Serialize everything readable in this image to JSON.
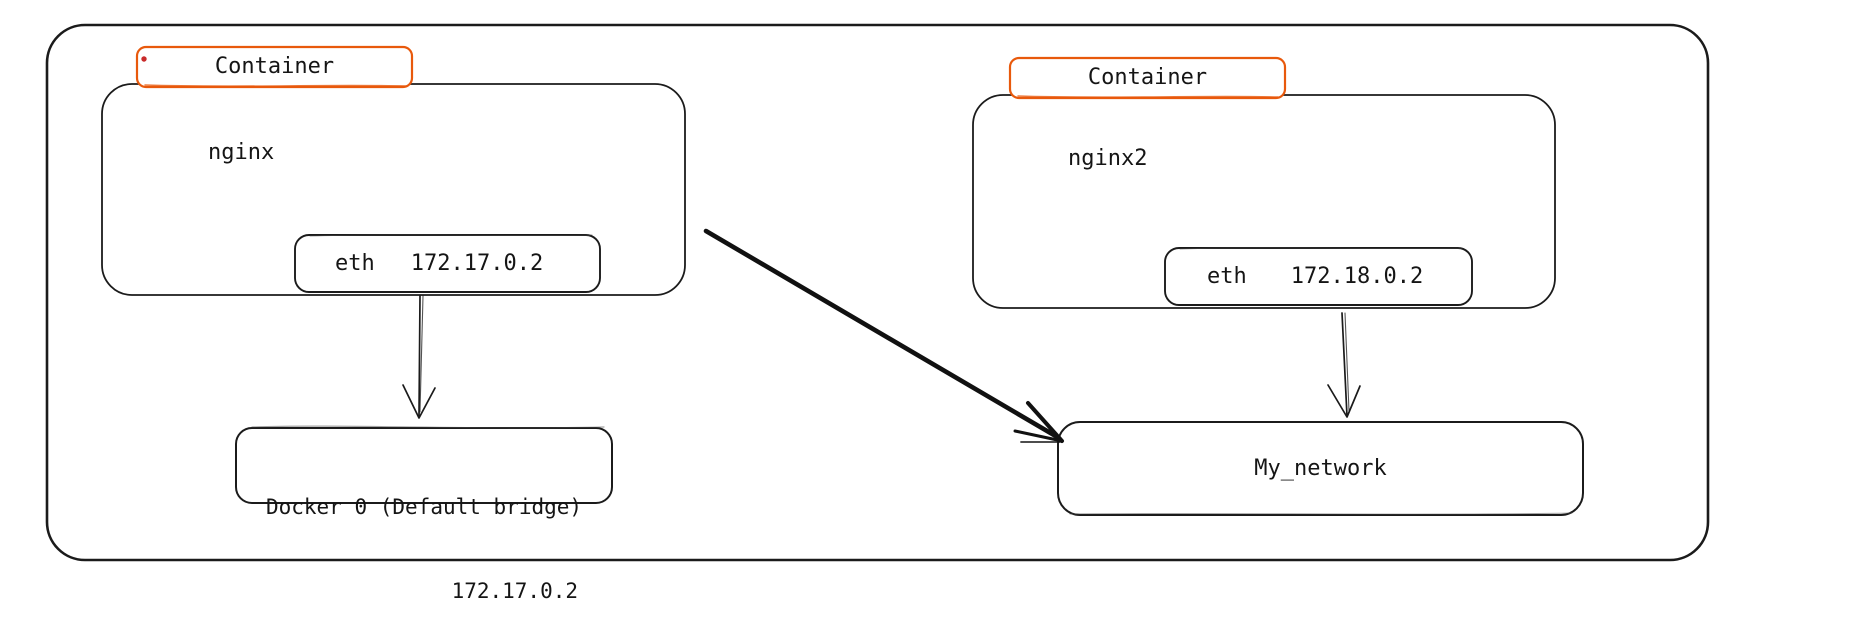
{
  "diagram": {
    "title": "docker-networking-sketch",
    "host": {
      "description": "outer host boundary"
    },
    "containers": [
      {
        "label": "Container",
        "name": "nginx",
        "interface": {
          "name": "eth",
          "ip": "172.17.0.2"
        }
      },
      {
        "label": "Container",
        "name": "nginx2",
        "interface": {
          "name": "eth",
          "ip": "172.18.0.2"
        }
      }
    ],
    "networks": [
      {
        "name": "Docker 0 (Default bridge)",
        "ip": "172.17.0.2"
      },
      {
        "name": "My_network"
      }
    ],
    "edges": [
      {
        "from": "nginx.eth",
        "to": "Docker 0 (Default bridge)",
        "style": "thin-arrow"
      },
      {
        "from": "nginx2.eth",
        "to": "My_network",
        "style": "thin-arrow"
      },
      {
        "from": "nginx",
        "to": "My_network",
        "style": "thick-arrow"
      }
    ],
    "colors": {
      "stroke": "#1b1b1b",
      "container_label_stroke": "#e8590c",
      "dot": "#c92a2a",
      "background": "#ffffff"
    }
  }
}
